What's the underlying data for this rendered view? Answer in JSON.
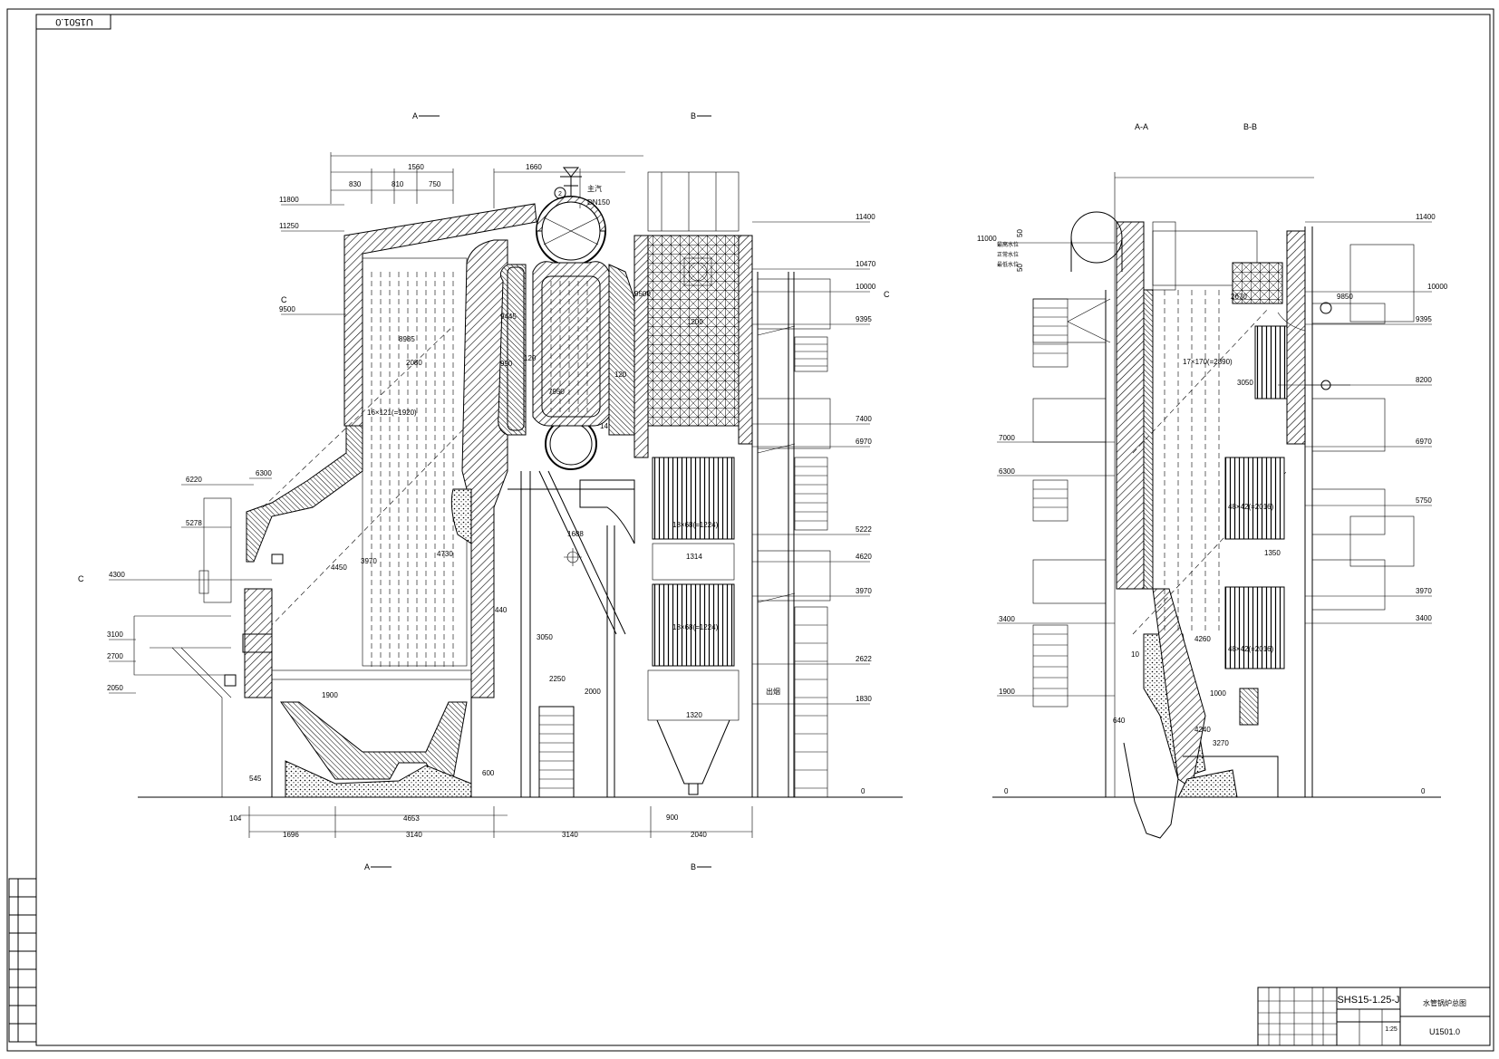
{
  "drawing": {
    "corner_tag": "U1501.0",
    "section_marks": {
      "a_top": "A",
      "b_top": "B",
      "a_bottom": "A",
      "b_bottom": "B",
      "c_left": "C",
      "c_left2": "C",
      "c_right": "C",
      "aa_title": "A-A",
      "bb_title": "B-B"
    },
    "elevations_left": [
      "11800",
      "11250",
      "9500",
      "6220",
      "6300",
      "5278",
      "4300",
      "3100",
      "2700",
      "2050"
    ],
    "elevations_mid": [
      "11400",
      "10470",
      "10000",
      "9395",
      "7400",
      "6970",
      "5222",
      "4620",
      "3970",
      "2622",
      "1830",
      "0"
    ],
    "elevations_section_left": [
      "11000",
      "7000",
      "6300",
      "3400",
      "1900",
      "0"
    ],
    "elevations_section_right": [
      "11400",
      "10000",
      "9395",
      "8200",
      "6970",
      "5750",
      "3970",
      "3400",
      "0"
    ],
    "dimensions_top": [
      "1560",
      "830",
      "810",
      "750",
      "1660",
      "DN150"
    ],
    "dimensions_bottom": [
      "104",
      "4653",
      "1696",
      "3140",
      "3140",
      "2040",
      "900",
      "545",
      "600"
    ],
    "inner_dims": [
      "8985",
      "2080",
      "9445",
      "990",
      "120",
      "120",
      "7950",
      "1200",
      "1314",
      "1320",
      "1688",
      "3970",
      "4730",
      "4450",
      "3050",
      "2250",
      "2000",
      "1900",
      "9500",
      "16×121(=1920)",
      "18×68(=1224)",
      "18×68(=1224)",
      "14",
      "440"
    ],
    "section_inner_dims": [
      "2670",
      "17×170(=2890)",
      "3050",
      "9850",
      "48×42(=2016)",
      "48×42(=2016)",
      "1350",
      "4260",
      "1000",
      "4240",
      "3270",
      "640",
      "10"
    ],
    "labels": {
      "main_steam": "主汽",
      "flue_out": "出烟",
      "valve_num": "2",
      "elev_50a": "50",
      "elev_50b": "50",
      "water_level_1": "最高水位",
      "water_level_2": "正常水位",
      "water_level_3": "最低水位"
    },
    "title_block": {
      "model": "SHS15-1.25-J",
      "name": "水管锅炉总图",
      "scale": "1:25",
      "drawing_no": "U1501.0"
    }
  }
}
